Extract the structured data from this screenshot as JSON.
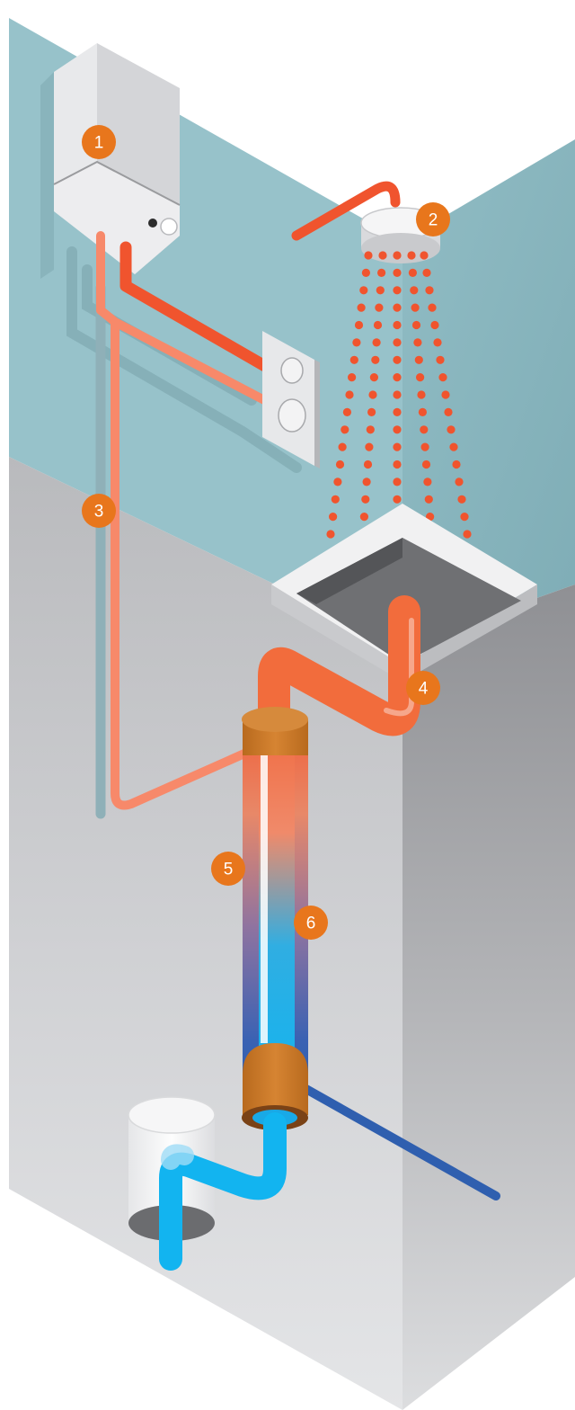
{
  "markers": [
    {
      "id": "1",
      "label": "1",
      "component": "boiler"
    },
    {
      "id": "2",
      "label": "2",
      "component": "shower-head"
    },
    {
      "id": "3",
      "label": "3",
      "component": "hot-supply-pipe"
    },
    {
      "id": "4",
      "label": "4",
      "component": "shower-drain-pipe"
    },
    {
      "id": "5",
      "label": "5",
      "component": "heat-exchanger-outer-pipe"
    },
    {
      "id": "6",
      "label": "6",
      "component": "heat-exchanger-inner-pipe"
    }
  ],
  "colors": {
    "marker": "#e8761c",
    "hot_water": "#f0542e",
    "warm_water": "#f7896a",
    "cold_water": "#2f5faf",
    "cold_inner": "#21b2ea",
    "copper_collar": "#cc7a28",
    "wall_upper": "#95c0c8",
    "wall_lower": "#c4c5c8"
  }
}
